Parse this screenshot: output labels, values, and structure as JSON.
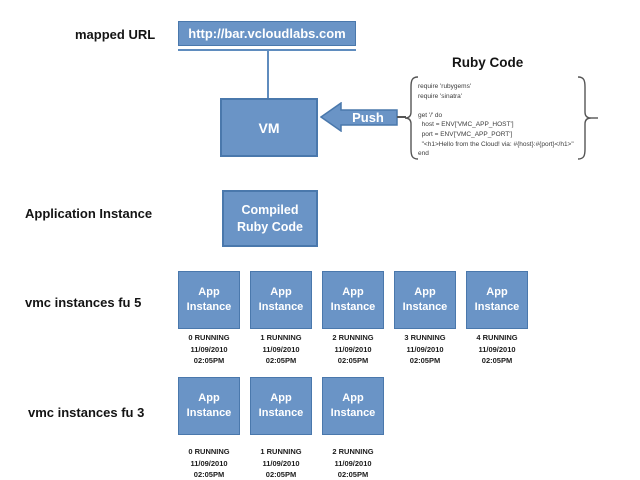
{
  "colors": {
    "box_fill": "#6A94C6",
    "box_border": "#4A78AC",
    "connector": "#5F8CBE",
    "brace": "#555555"
  },
  "mapped_url": {
    "label": "mapped URL",
    "url": "http://bar.vcloudlabs.com"
  },
  "vm": {
    "label": "VM"
  },
  "push": {
    "label": "Push"
  },
  "ruby_code": {
    "title": "Ruby Code",
    "lines": [
      "require 'rubygems'",
      "require 'sinatra'",
      "",
      "get '/' do",
      "  host = ENV['VMC_APP_HOST']",
      "  port = ENV['VMC_APP_PORT']",
      "  \"<h1>Hello from the Cloud! via: #{host}:#{port}</h1>\"",
      "end"
    ]
  },
  "application_instance": {
    "label": "Application Instance",
    "box_line1": "Compiled",
    "box_line2": "Ruby Code"
  },
  "rows": [
    {
      "label": "vmc instances fu 5",
      "instances": [
        {
          "box_label": "App Instance",
          "status": "0 RUNNING",
          "date": "11/09/2010",
          "time": "02:05PM"
        },
        {
          "box_label": "App Instance",
          "status": "1 RUNNING",
          "date": "11/09/2010",
          "time": "02:05PM"
        },
        {
          "box_label": "App Instance",
          "status": "2 RUNNING",
          "date": "11/09/2010",
          "time": "02:05PM"
        },
        {
          "box_label": "App Instance",
          "status": "3 RUNNING",
          "date": "11/09/2010",
          "time": "02:05PM"
        },
        {
          "box_label": "App Instance",
          "status": "4 RUNNING",
          "date": "11/09/2010",
          "time": "02:05PM"
        }
      ]
    },
    {
      "label": "vmc instances fu 3",
      "instances": [
        {
          "box_label": "App Instance",
          "status": "0 RUNNING",
          "date": "11/09/2010",
          "time": "02:05PM"
        },
        {
          "box_label": "App Instance",
          "status": "1 RUNNING",
          "date": "11/09/2010",
          "time": "02:05PM"
        },
        {
          "box_label": "App Instance",
          "status": "2 RUNNING",
          "date": "11/09/2010",
          "time": "02:05PM"
        }
      ]
    }
  ]
}
